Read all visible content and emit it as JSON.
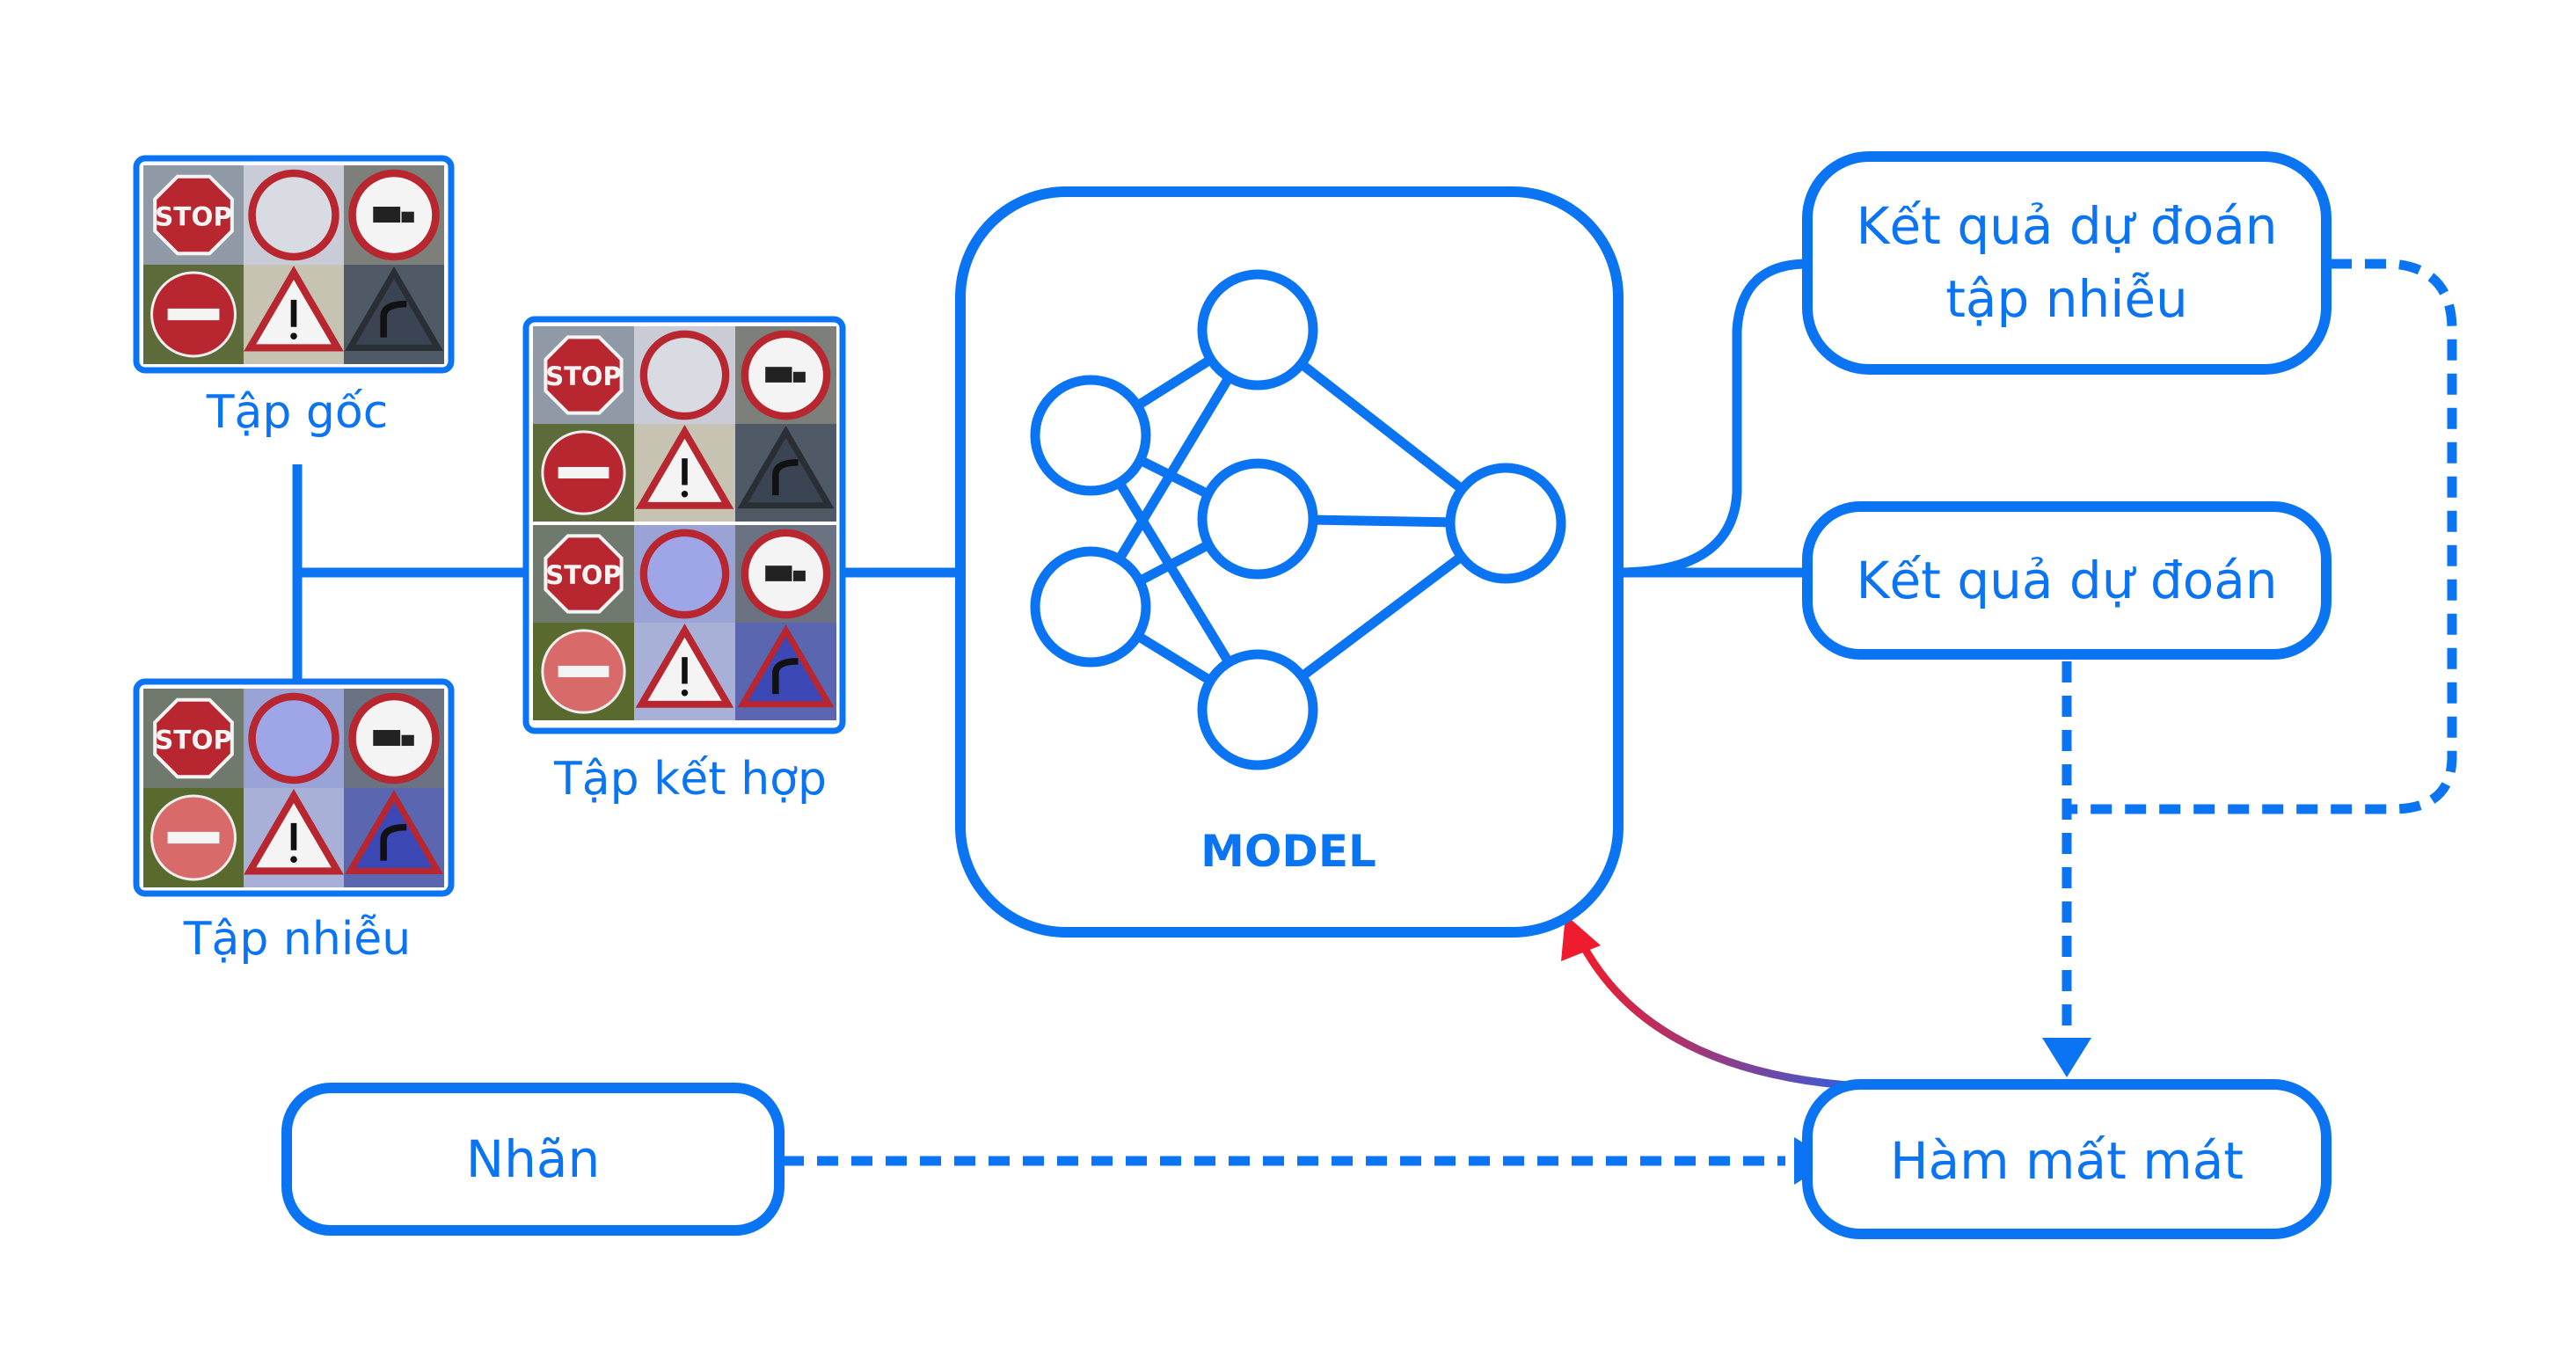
{
  "colors": {
    "primary": "#0a74f2",
    "arrow_gradient_start": "#2f5fe0",
    "arrow_gradient_end": "#ee1c2e",
    "sign_red": "#b8262f",
    "sign_white": "#f4f4f4"
  },
  "datasets": {
    "original_label": "Tập gốc",
    "noisy_label": "Tập nhiễu",
    "combined_label": "Tập kết hợp",
    "sign_icons": [
      "stop-sign",
      "no-vehicles-sign",
      "no-trucks-sign",
      "no-entry-sign",
      "warning-sign",
      "curve-ahead-sign"
    ]
  },
  "model": {
    "label": "MODEL"
  },
  "outputs": {
    "noisy_prediction_line1": "Kết quả dự đoán",
    "noisy_prediction_line2": "tập nhiễu",
    "prediction": "Kết quả dự đoán"
  },
  "labels_box": {
    "label": "Nhãn"
  },
  "loss_box": {
    "label": "Hàm mất mát"
  },
  "sign_text": {
    "stop": "STOP"
  }
}
